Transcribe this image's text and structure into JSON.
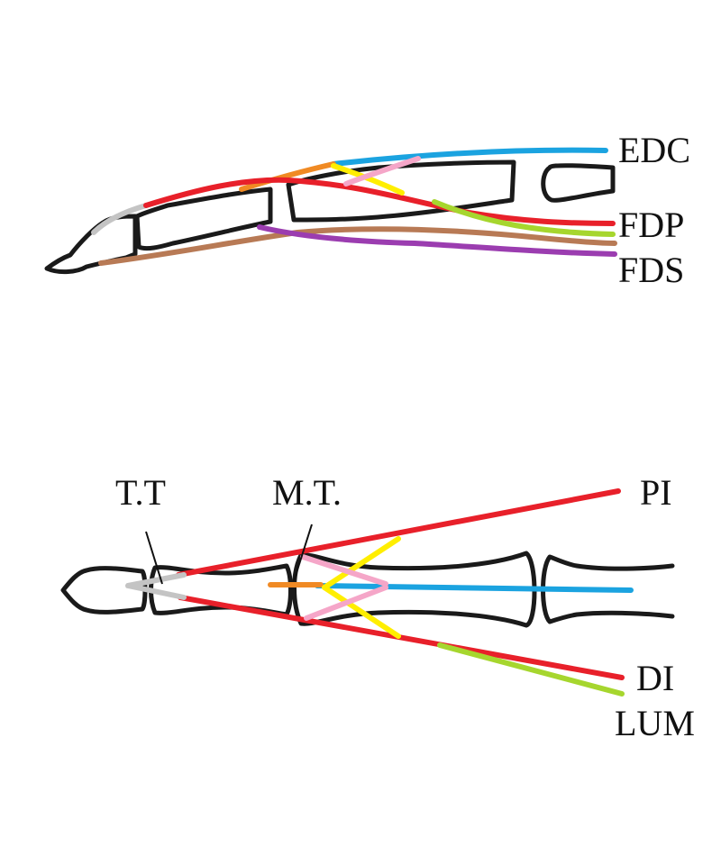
{
  "colors": {
    "bone": "#1a1a1a",
    "red": "#e8202a",
    "blue": "#1ba3e0",
    "purple": "#9b3db0",
    "brown": "#b87a55",
    "lime": "#a6d62e",
    "yellow": "#ffee00",
    "pink": "#f5a6c8",
    "orange": "#f08a24",
    "gray": "#c4c4c4"
  },
  "lateral_view": {
    "labels": {
      "edc": "EDC",
      "fdp": "FDP",
      "fds": "FDS"
    }
  },
  "dorsal_view": {
    "labels": {
      "tt": "T.T",
      "mt": "M.T.",
      "pi": "PI",
      "di": "DI",
      "lum": "LUM"
    }
  }
}
